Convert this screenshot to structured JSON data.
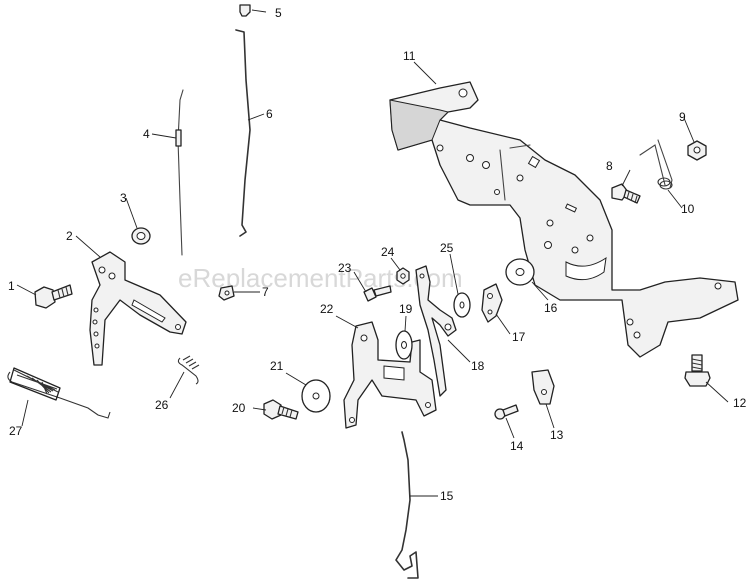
{
  "watermark": "eReplacementParts.com",
  "callouts": [
    "1",
    "2",
    "3",
    "4",
    "5",
    "6",
    "7",
    "8",
    "9",
    "10",
    "11",
    "12",
    "13",
    "14",
    "15",
    "16",
    "17",
    "18",
    "19",
    "20",
    "21",
    "22",
    "23",
    "24",
    "25",
    "26",
    "27"
  ]
}
